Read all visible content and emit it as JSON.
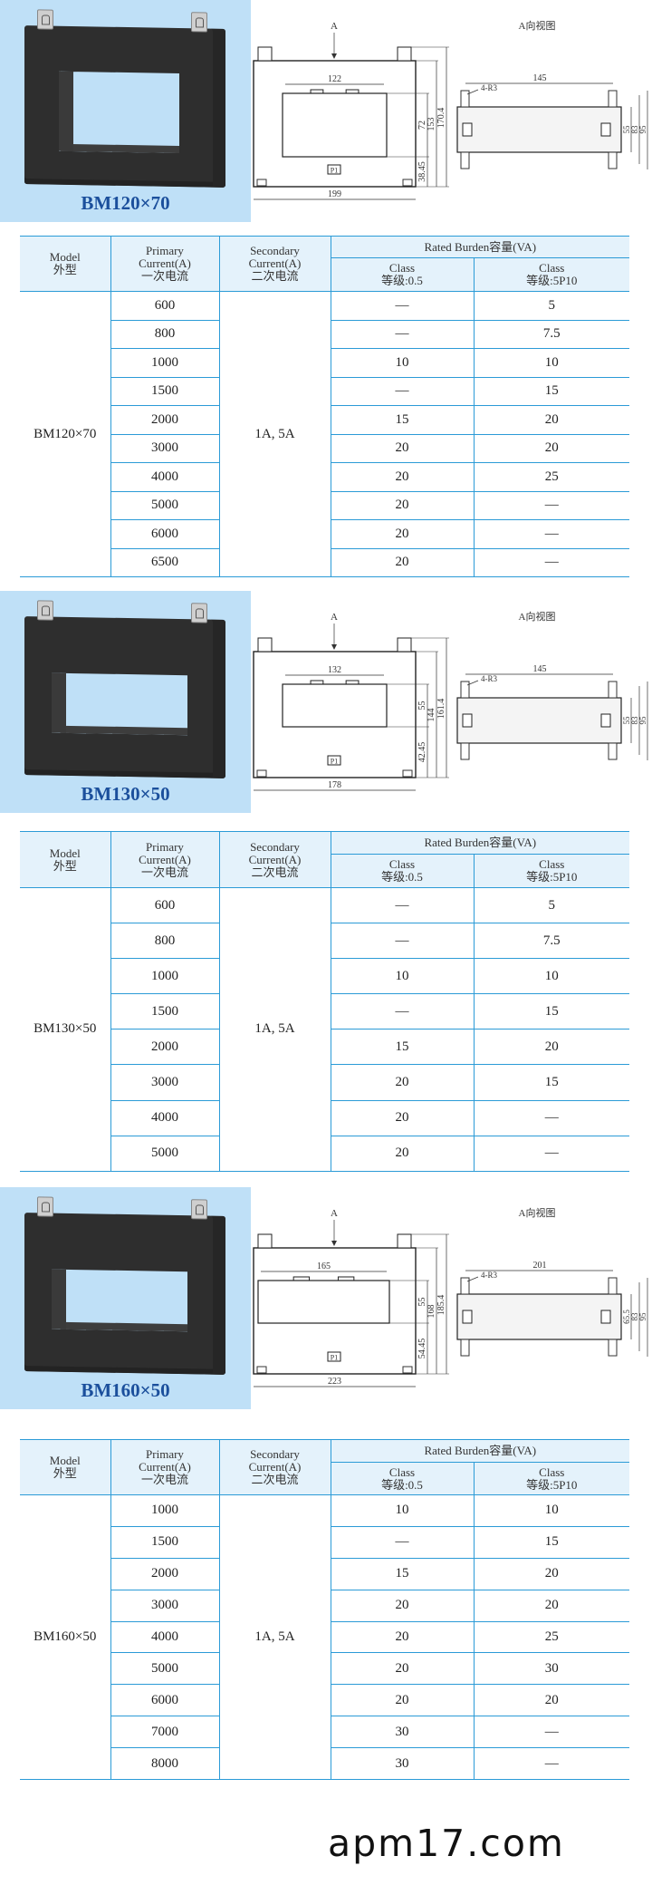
{
  "table_header": {
    "model": "Model",
    "model_cn": "外型",
    "primary": "Primary",
    "primary_unit": "Current(A)",
    "primary_cn": "一次电流",
    "secondary": "Secondary",
    "secondary_unit": "Current(A)",
    "secondary_cn": "二次电流",
    "burden": "Rated Burden容量(VA)",
    "class_label": "Class",
    "class_05": "等级:0.5",
    "class_5p10": "等级:5P10"
  },
  "colors": {
    "accent_border": "#2b9bd7",
    "header_bg": "#e4f2fb",
    "photo_bg": "#bfe0f7",
    "model_title": "#1b4f9c"
  },
  "sections": [
    {
      "title": "BM120×70",
      "model": "BM120×70",
      "secondary_current": "1A, 5A",
      "drawing": {
        "view_arrow": "A",
        "view_title": "A向视图",
        "window_width": "122",
        "window_height": "72",
        "body_height": "153",
        "total_height": "170.4",
        "bottom_margin": "38.45",
        "width": "199",
        "side_span": "145",
        "holes": "4-R3",
        "side_d1": "55",
        "side_d2": "83",
        "side_d3": "95",
        "terminal": "P1"
      },
      "rows": [
        {
          "primary": "600",
          "class_05": "—",
          "class_5p10": "5"
        },
        {
          "primary": "800",
          "class_05": "—",
          "class_5p10": "7.5"
        },
        {
          "primary": "1000",
          "class_05": "10",
          "class_5p10": "10"
        },
        {
          "primary": "1500",
          "class_05": "—",
          "class_5p10": "15"
        },
        {
          "primary": "2000",
          "class_05": "15",
          "class_5p10": "20"
        },
        {
          "primary": "3000",
          "class_05": "20",
          "class_5p10": "20"
        },
        {
          "primary": "4000",
          "class_05": "20",
          "class_5p10": "25"
        },
        {
          "primary": "5000",
          "class_05": "20",
          "class_5p10": "—"
        },
        {
          "primary": "6000",
          "class_05": "20",
          "class_5p10": "—"
        },
        {
          "primary": "6500",
          "class_05": "20",
          "class_5p10": "—"
        }
      ]
    },
    {
      "title": "BM130×50",
      "model": "BM130×50",
      "secondary_current": "1A, 5A",
      "drawing": {
        "view_arrow": "A",
        "view_title": "A向视图",
        "window_width": "132",
        "window_height": "55",
        "body_height": "144",
        "total_height": "161.4",
        "bottom_margin": "42.45",
        "width": "178",
        "side_span": "145",
        "holes": "4-R3",
        "side_d1": "55",
        "side_d2": "83",
        "side_d3": "95",
        "terminal": "P1"
      },
      "rows": [
        {
          "primary": "600",
          "class_05": "—",
          "class_5p10": "5"
        },
        {
          "primary": "800",
          "class_05": "—",
          "class_5p10": "7.5"
        },
        {
          "primary": "1000",
          "class_05": "10",
          "class_5p10": "10"
        },
        {
          "primary": "1500",
          "class_05": "—",
          "class_5p10": "15"
        },
        {
          "primary": "2000",
          "class_05": "15",
          "class_5p10": "20"
        },
        {
          "primary": "3000",
          "class_05": "20",
          "class_5p10": "15"
        },
        {
          "primary": "4000",
          "class_05": "20",
          "class_5p10": "—"
        },
        {
          "primary": "5000",
          "class_05": "20",
          "class_5p10": "—"
        }
      ]
    },
    {
      "title": "BM160×50",
      "model": "BM160×50",
      "secondary_current": "1A, 5A",
      "drawing": {
        "view_arrow": "A",
        "view_title": "A向视图",
        "window_width": "165",
        "window_height": "55",
        "body_height": "168",
        "total_height": "185.4",
        "bottom_margin": "54.45",
        "width": "223",
        "side_span": "201",
        "holes": "4-R3",
        "side_d1": "65.5",
        "side_d2": "83",
        "side_d3": "95",
        "terminal": "P1"
      },
      "rows": [
        {
          "primary": "1000",
          "class_05": "10",
          "class_5p10": "10"
        },
        {
          "primary": "1500",
          "class_05": "—",
          "class_5p10": "15"
        },
        {
          "primary": "2000",
          "class_05": "15",
          "class_5p10": "20"
        },
        {
          "primary": "3000",
          "class_05": "20",
          "class_5p10": "20"
        },
        {
          "primary": "4000",
          "class_05": "20",
          "class_5p10": "25"
        },
        {
          "primary": "5000",
          "class_05": "20",
          "class_5p10": "30"
        },
        {
          "primary": "6000",
          "class_05": "20",
          "class_5p10": "20"
        },
        {
          "primary": "7000",
          "class_05": "30",
          "class_5p10": "—"
        },
        {
          "primary": "8000",
          "class_05": "30",
          "class_5p10": "—"
        }
      ]
    }
  ],
  "footer": {
    "watermark": "apm17.com"
  }
}
